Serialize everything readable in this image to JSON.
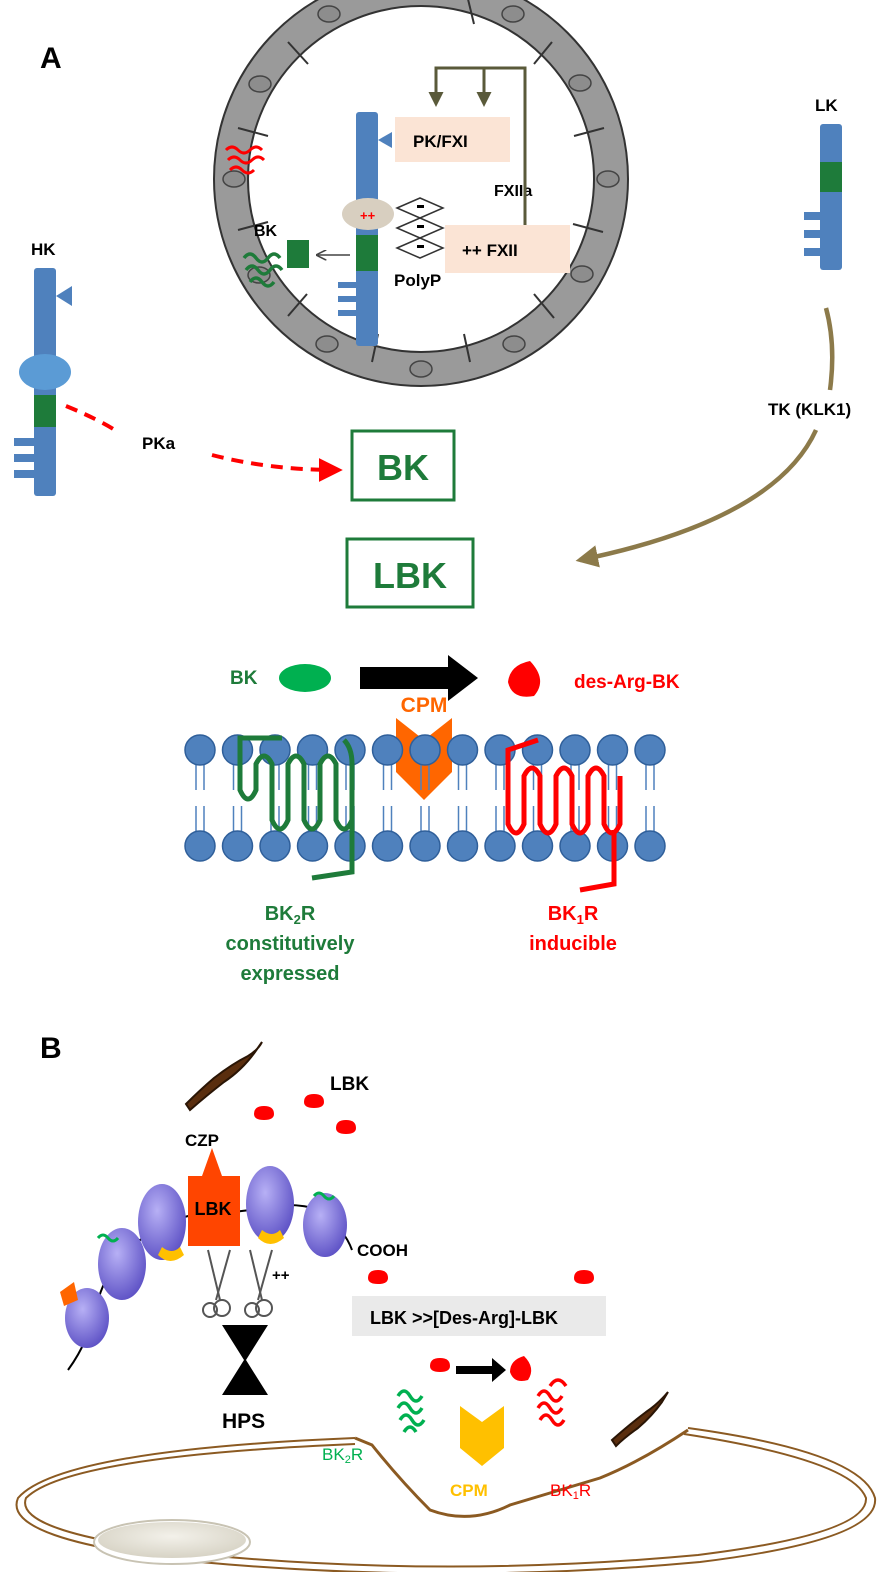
{
  "panel_a": {
    "panel_label": "A",
    "vessel": {
      "pk_fxi": "PK/FXI",
      "fxiia": "FXIIa",
      "fxii": "++ FXII",
      "charge": "++",
      "polyp": "PolyP",
      "bk": "BK"
    },
    "hk_label": "HK",
    "lk_label": "LK",
    "pka_label": "PKa",
    "tk_label": "TK (KLK1)",
    "bk_box": "BK",
    "lbk_box": "LBK",
    "membrane": {
      "bk_label": "BK",
      "cpm_label": "CPM",
      "des_arg_bk": "des-Arg-BK",
      "bk2r_main": "BK",
      "bk2r_sub": "2",
      "bk2r_end": "R",
      "bk2r_line2": "constitutively",
      "bk2r_line3": "expressed",
      "bk1r_main": "BK",
      "bk1r_sub": "1",
      "bk1r_end": "R",
      "bk1r_line2": "inducible"
    }
  },
  "panel_b": {
    "panel_label": "B",
    "lbk_top": "LBK",
    "czp": "CZP",
    "lbk_center": "LBK",
    "cooh": "COOH",
    "charge": "++",
    "banner": "LBK >>[Des-Arg]-LBK",
    "hps": "HPS",
    "bk2r_main": "BK",
    "bk2r_sub": "2",
    "bk2r_end": "R",
    "cpm": "CPM",
    "bk1r_main": "BK",
    "bk1r_sub": "1",
    "bk1r_end": "R"
  },
  "colors": {
    "blue": "#4f81bd",
    "dark_green": "#1e7b3a",
    "bright_green": "#00b050",
    "red": "#ff0000",
    "orange": "#ff6600",
    "olive": "#8c7a4a",
    "yellow": "#ffc000",
    "purple": "#7b6fd6"
  }
}
